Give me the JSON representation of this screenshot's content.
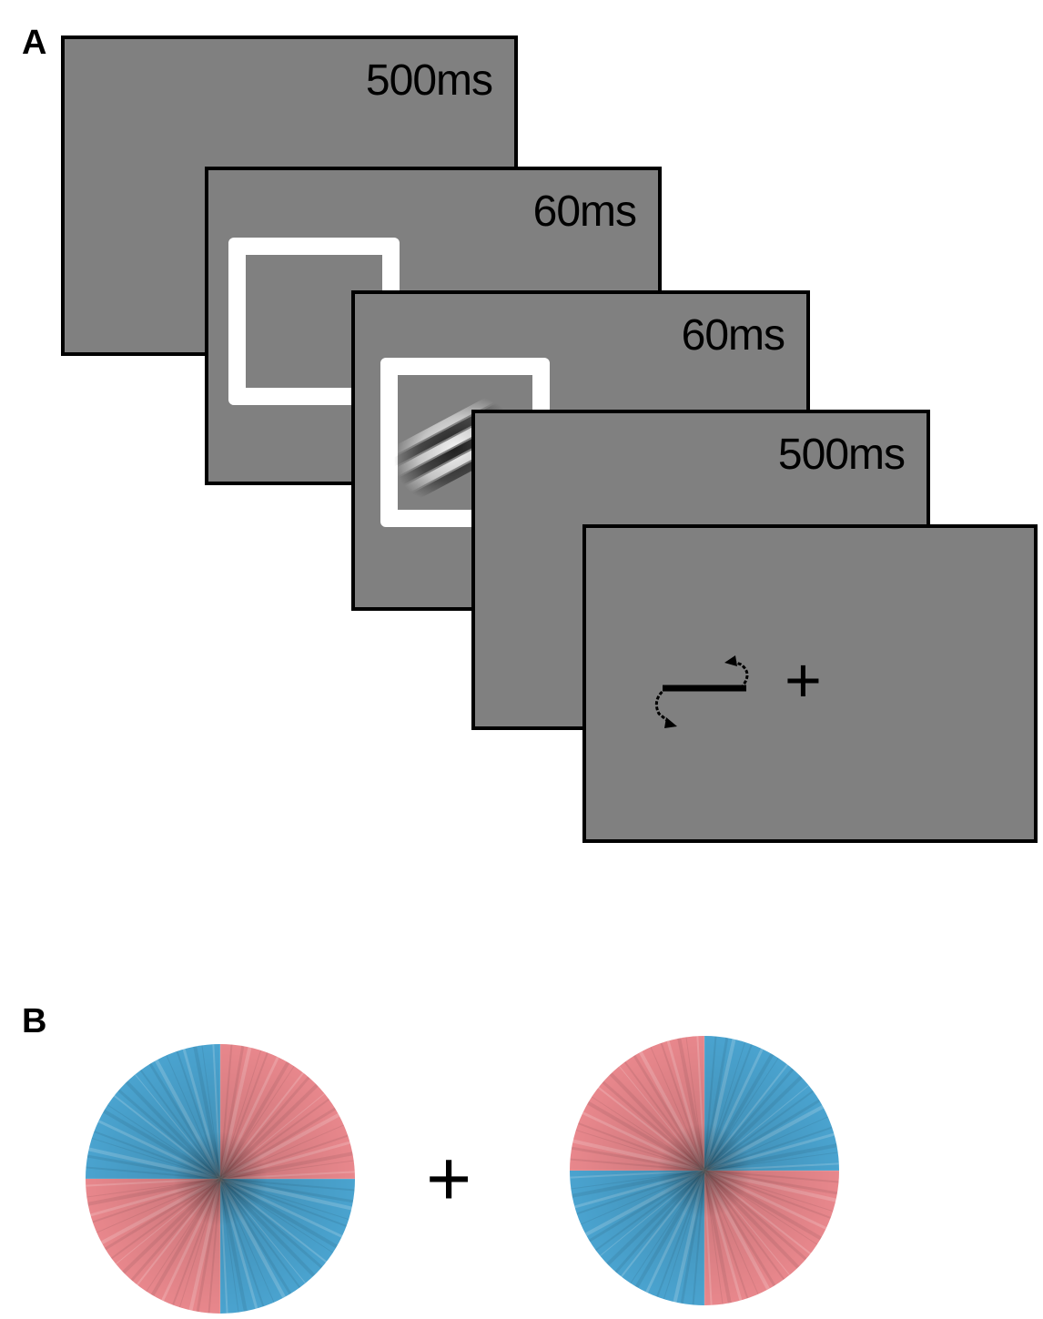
{
  "panel_labels": {
    "a": "A",
    "b": "B"
  },
  "panel_a": {
    "screens": [
      {
        "duration": "500ms"
      },
      {
        "duration": "60ms"
      },
      {
        "duration": "60ms"
      },
      {
        "duration": "500ms"
      },
      {
        "duration": ""
      }
    ],
    "fixation": "+"
  },
  "panel_b": {
    "fixation": "+",
    "colors": {
      "blue": "#4aa3cf",
      "red": "#e8878c"
    }
  },
  "colors": {
    "screen_gray": "#808080",
    "frame_white": "#ffffff"
  }
}
